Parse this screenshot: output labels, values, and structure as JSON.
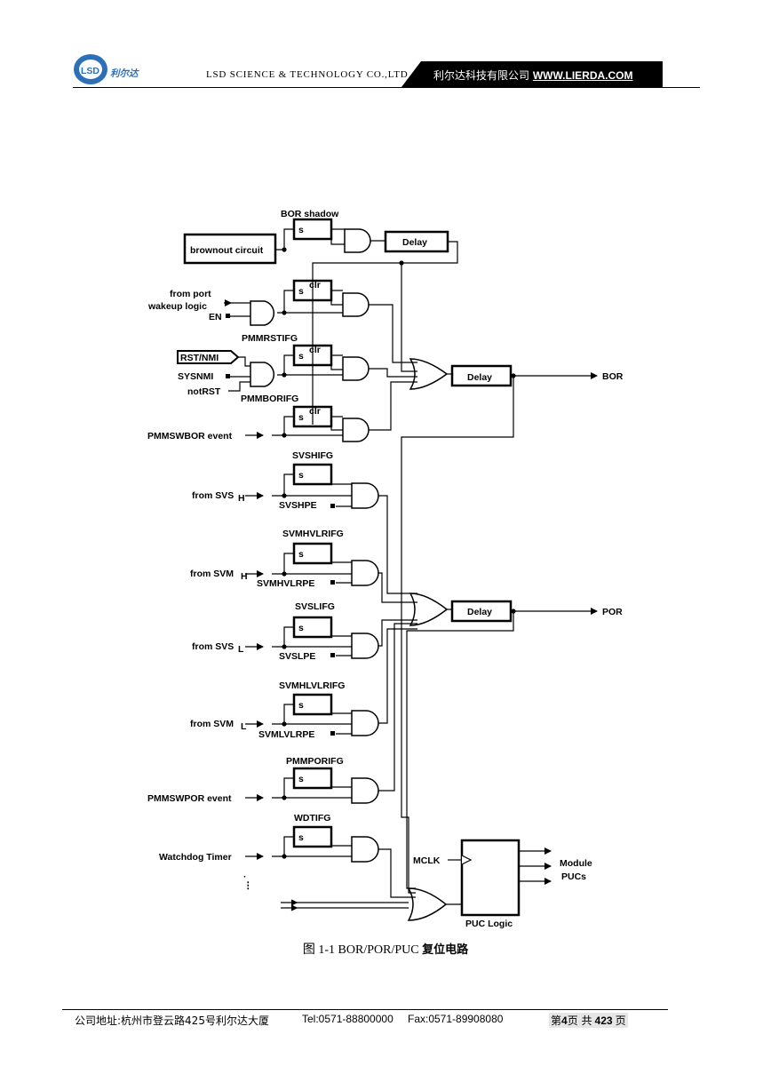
{
  "header": {
    "logo_text": "LSD",
    "logo_chinese": "利尔达",
    "company_en": "LSD SCIENCE & TECHNOLOGY CO.,LTD",
    "company_cn": "利尔达科技有限公司",
    "website": "WWW.LIERDA.COM"
  },
  "diagram": {
    "bor_shadow": "BOR shadow",
    "brownout_circuit": "brownout circuit",
    "delay": "Delay",
    "s": "s",
    "clr": "clr",
    "from_port": "from port",
    "wakeup_logic": "wakeup logic",
    "en": "EN",
    "pmmrstifg": "PMMRSTIFG",
    "rst_nmi": "RST/NMI",
    "sysnmi": "SYSNMI",
    "notrst": "notRST",
    "pmmborifg": "PMMBORIFG",
    "pmmswbor_event": "PMMSWBOR event",
    "bor": "BOR",
    "svshifg": "SVSHIFG",
    "from_svs_h": "from SVS",
    "svshpe": "SVSHPE",
    "svmhvlrifg": "SVMHVLRIFG",
    "from_svm_h": "from SVM",
    "svmhvlrpe": "SVMHVLRPE",
    "svslifg": "SVSLIFG",
    "from_svs_l": "from SVS",
    "svslpe": "SVSLPE",
    "svmlvlrifg": "SVMHLVLRIFG",
    "from_svm_l": "from SVM",
    "svmlvlrpe": "SVMLVLRPE",
    "pmmporifg": "PMMPORIFG",
    "pmmswpor_event": "PMMSWPOR event",
    "por": "POR",
    "wdtifg": "WDTIFG",
    "watchdog_timer": "Watchdog Timer",
    "mclk": "MCLK",
    "module": "Module",
    "pucs": "PUCs",
    "puc_logic": "PUC Logic",
    "sub_h": "H",
    "sub_l": "L"
  },
  "caption": {
    "label": "图 1-1 BOR/POR/PUC",
    "text": "复位电路"
  },
  "footer": {
    "address": "公司地址:杭州市登云路425号利尔达大厦",
    "tel": "Tel:0571-88800000",
    "fax": "Fax:0571-89908080",
    "page_prefix": "第",
    "page_num": "4",
    "page_mid": "页 共",
    "page_total": "423",
    "page_suffix": "页"
  }
}
